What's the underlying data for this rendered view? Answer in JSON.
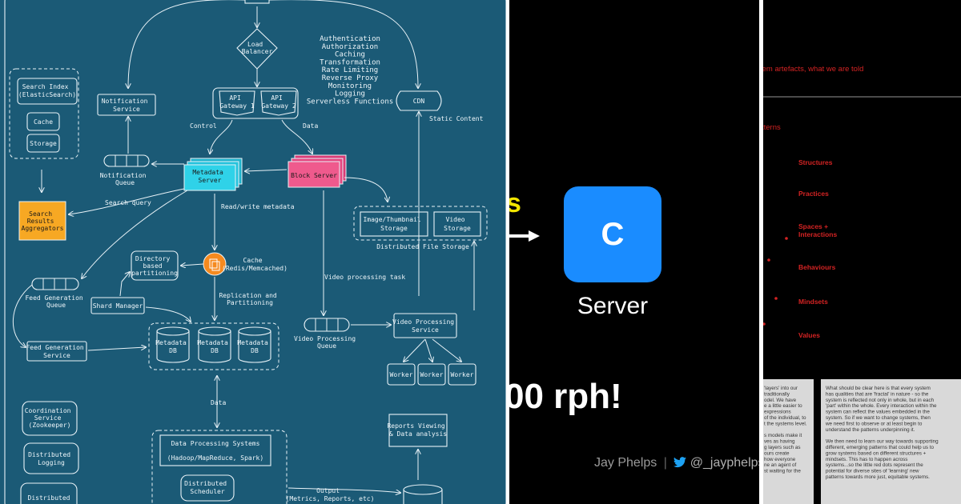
{
  "left_diagram": {
    "load_balancer": "Load\nBalancer",
    "api_gateway_1": "API\nGateway 1",
    "api_gateway_2": "API\nGateway 2",
    "gateway_features": [
      "Authentication",
      "Authorization",
      "Caching",
      "Transformation",
      "Rate Limiting",
      "Reverse Proxy",
      "Monitoring",
      "Logging",
      "Serverless Functions"
    ],
    "cdn": "CDN",
    "static_content": "Static Content",
    "control": "Control",
    "data": "Data",
    "search_index": "Search Index\n(ElasticSearch)",
    "cache": "Cache",
    "storage": "Storage",
    "notification_service": "Notification\nService",
    "notification_queue": "Notification\nQueue",
    "metadata_server": "Metadata\nServer",
    "block_server": "Block Server",
    "search_query": "Search query",
    "search_results": "Search\nResults\nAggregators",
    "read_write_metadata": "Read/write metadata",
    "image_storage": "Image/Thumbnail\nStorage",
    "video_storage": "Video\nStorage",
    "distributed_file_storage": "Distributed File Storage",
    "directory_partitioning": "Directory\nbased\npartitioning",
    "cache_redis": "Cache\n(Redis/Memcached)",
    "feed_generation_queue": "Feed Generation\nQueue",
    "shard_manager": "Shard Manager",
    "replication": "Replication and\nPartitioning",
    "video_processing_task": "Video processing task",
    "feed_generation_service": "Feed Generation\nService",
    "metadata_db": "Metadata\nDB",
    "video_processing_queue": "Video Processing\nQueue",
    "video_processing_service": "Video Processing\nService",
    "worker": "Worker",
    "coordination_service": "Coordination\nService\n(Zookeeper)",
    "distributed_logging": "Distributed\nLogging",
    "distributed_bottom": "Distributed",
    "data_label": "Data",
    "data_processing_systems": "Data Processing Systems",
    "hadoop": "(Hadoop/MapReduce, Spark)",
    "distributed_scheduler": "Distributed\nScheduler",
    "output": "Output\n(Metrics, Reports, etc)",
    "reports_viewing": "Reports Viewing\n& Data analysis"
  },
  "middle_slide": {
    "fragment_s": "s",
    "icon_letter": "C",
    "server_label": "Server",
    "rph_text": "00 rph!",
    "author": "Jay Phelps",
    "separator": "|",
    "handle": "@_jayphelps",
    "colors": {
      "accent_yellow": "#f2e600",
      "icon_blue": "#1a8cff",
      "twitter_blue": "#1da1f2"
    }
  },
  "right_slide": {
    "top_text": "tem artefacts, what we are told",
    "heading": "tterns",
    "layers": [
      "Structures",
      "Practices",
      "Spaces +\nInteractions",
      "Behaviours",
      "Mindsets",
      "Values"
    ],
    "box1_text": "'layers' into our\ntraditionally\nodel.  We have\ne a little easier to\nexpressions\nof the individual, to\nt the systems level.\n\ns models make it\nves as having\ng layers such as\nours create\nhow everyone\nne an agent of\nst waiting for the",
    "box2_text": "What should be clear here is that every system\nhas qualities that are 'fractal' in nature - so the\nsystem is reflected not only in whole, but in each\n'part' within the whole.  Every interaction within the\nsystem can reflect the values embedded in the\nsystem.  So if we want to change systems, then\nwe need first to observe or at least begin to\nunderstand the patterns underpinning it.\n\nWe then need to learn our way towards supporting\ndifferent, emerging patterns that could help us to\ngrow systems based on different structures +\nmindsets.  This has to happen across\nsystems...so the little red dots represent the\npotential for diverse sites of 'learning' new\npatterns towards more just, equitable systems."
  }
}
